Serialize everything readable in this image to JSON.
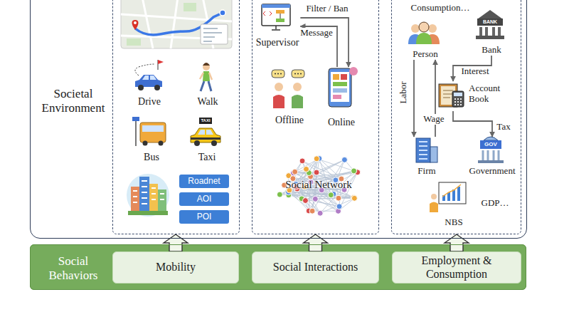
{
  "diagram": {
    "nodes": [
      {
        "text": [
          "Societal Environment"
        ]
      },
      {
        "text": [
          "Drive",
          "Walk",
          "Bus",
          "Taxi"
        ],
        "in": 0
      },
      {
        "text": [
          "Roadnet"
        ],
        "in": 1
      },
      {
        "text": [
          "AOI"
        ],
        "in": 1
      },
      {
        "text": [
          "POI"
        ],
        "in": 1
      },
      {
        "text": [
          "Offline",
          "Social Network"
        ],
        "in": 0
      },
      {
        "text": [
          "Supervisor"
        ],
        "in": 5
      },
      {
        "text": [
          "Online"
        ],
        "in": 5
      },
      {
        "text": [
          "Consumption…",
          "GDP…",
          "NBS"
        ],
        "in": 0
      },
      {
        "text": [
          "Person"
        ],
        "in": 8
      },
      {
        "text": [
          "Bank"
        ],
        "in": 8
      },
      {
        "text": [
          "Account Book"
        ],
        "in": 8
      },
      {
        "text": [
          "Firm"
        ],
        "in": 8
      },
      {
        "text": [
          "Government"
        ],
        "in": 8
      },
      {
        "text": [
          "Social Behaviors"
        ]
      },
      {
        "text": [
          "Mobility"
        ],
        "in": 14
      },
      {
        "text": [
          "Social Interactions"
        ],
        "in": 14
      },
      {
        "text": [
          "Employment & Consumption"
        ],
        "in": 14
      }
    ],
    "edges": [
      {
        "from": 6,
        "to": 7,
        "label": "Filter / Ban",
        "arrow": "to"
      },
      {
        "from": 7,
        "to": 6,
        "label": "Message",
        "arrow": "to"
      },
      {
        "from": 9,
        "to": 12,
        "label": "Labor",
        "arrow": "to"
      },
      {
        "from": 12,
        "to": 9,
        "label": "Wage",
        "arrow": "to"
      },
      {
        "from": 10,
        "to": 11,
        "label": "Interest",
        "arrow": "to"
      },
      {
        "from": 11,
        "to": 13,
        "label": "Tax",
        "arrow": "to"
      },
      {
        "from": 15,
        "to": 1,
        "arrow": "to"
      },
      {
        "from": 16,
        "to": 5,
        "arrow": "to"
      },
      {
        "from": 17,
        "to": 8,
        "arrow": "to"
      }
    ],
    "labels": [
      "TAXI",
      "BANK",
      "GOV"
    ]
  }
}
